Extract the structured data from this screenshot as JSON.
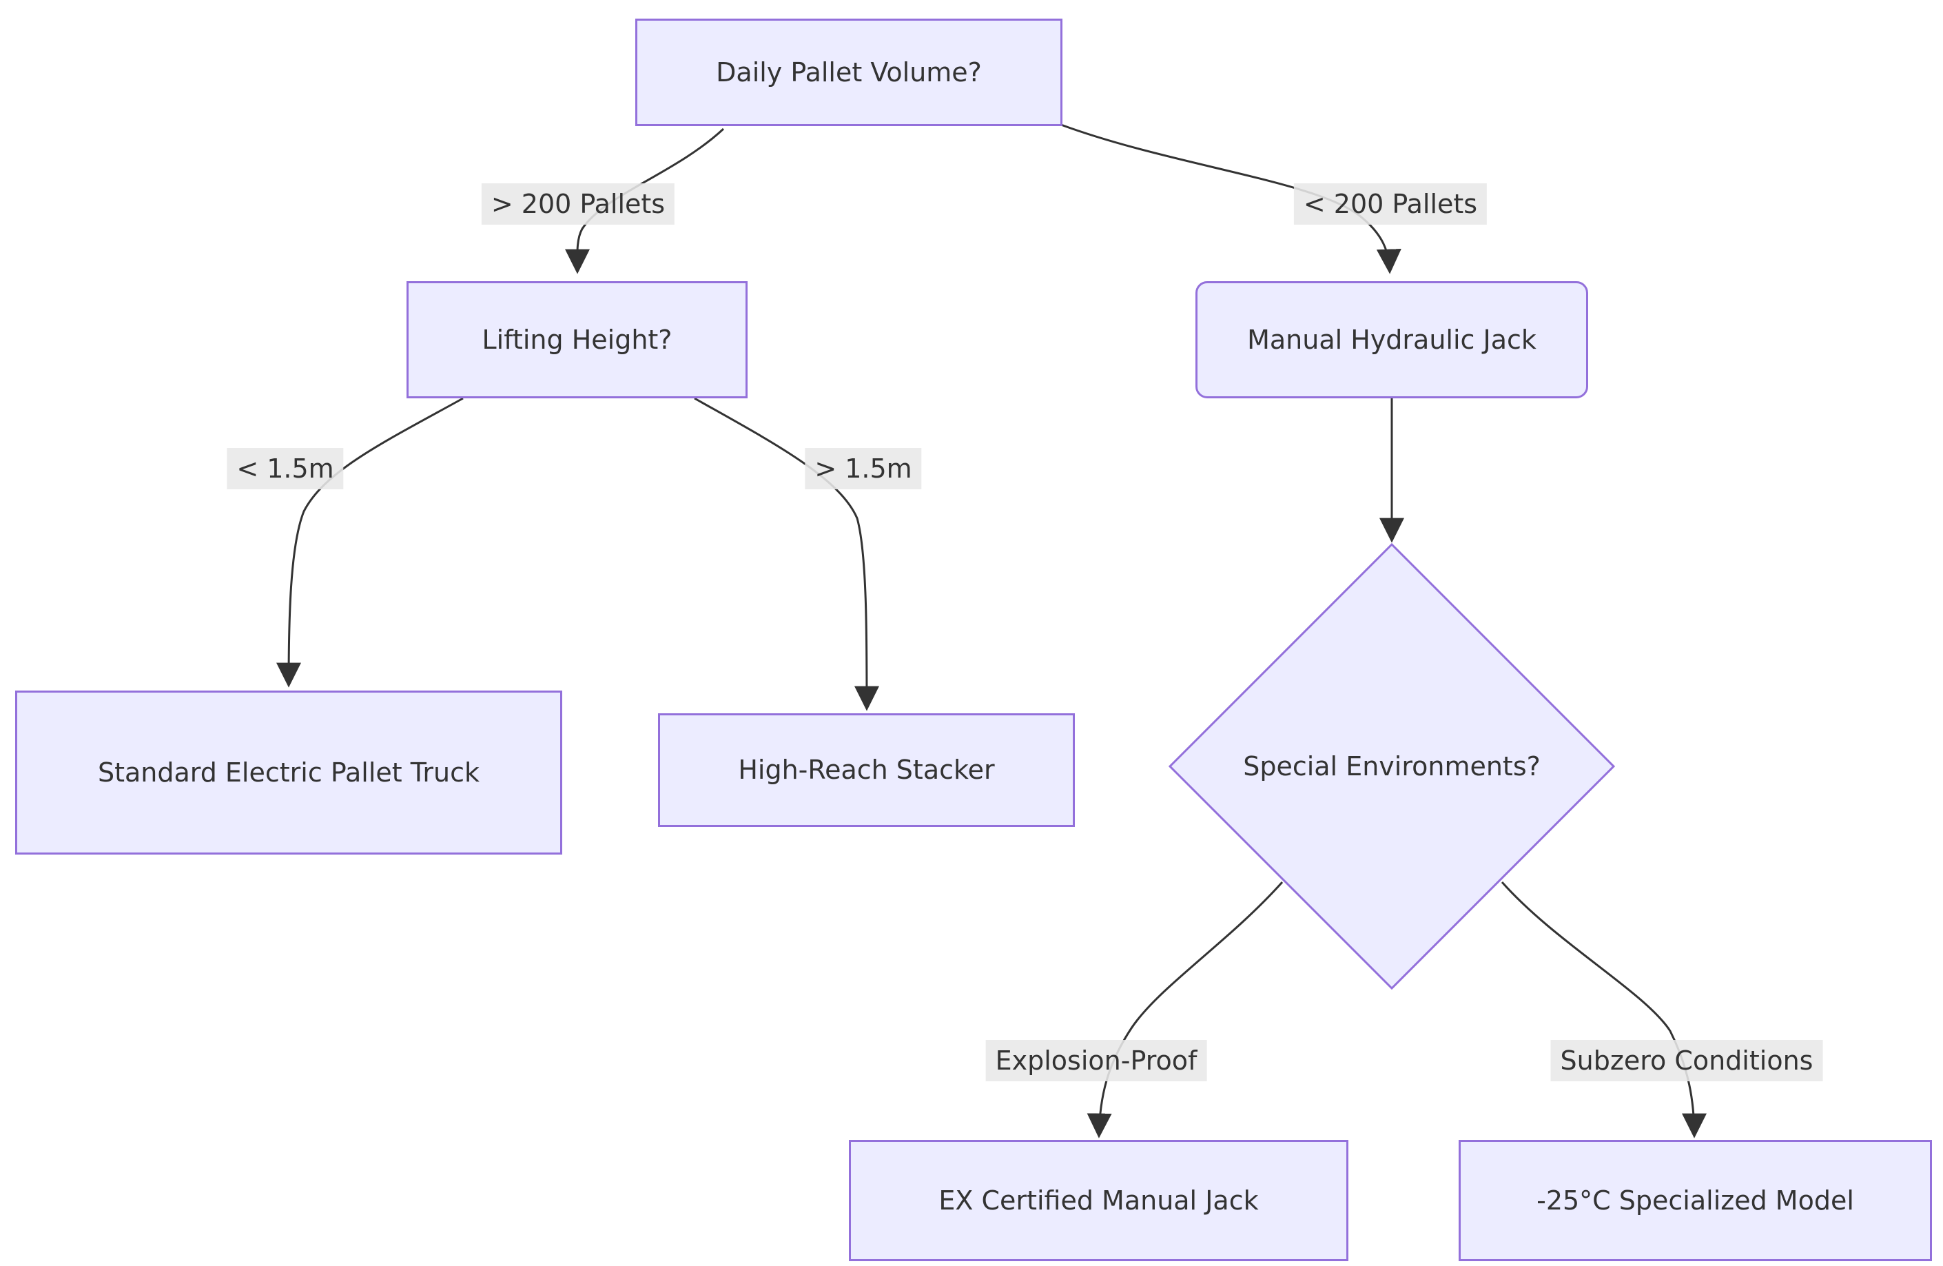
{
  "nodes": {
    "daily_pallet_volume": {
      "label": "Daily Pallet Volume?"
    },
    "lifting_height": {
      "label": "Lifting Height?"
    },
    "standard_electric_pallet_truck": {
      "label": "Standard Electric Pallet Truck"
    },
    "high_reach_stacker": {
      "label": "High-Reach Stacker"
    },
    "manual_hydraulic_jack": {
      "label": "Manual Hydraulic Jack"
    },
    "special_environments": {
      "label": "Special Environments?"
    },
    "ex_certified_manual_jack": {
      "label": "EX Certified Manual Jack"
    },
    "subzero_specialized_model": {
      "label": "-25°C Specialized Model"
    }
  },
  "edge_labels": {
    "gt_200_pallets": {
      "label": "> 200 Pallets"
    },
    "lt_200_pallets": {
      "label": "< 200 Pallets"
    },
    "lt_1_5m": {
      "label": "< 1.5m"
    },
    "gt_1_5m": {
      "label": "> 1.5m"
    },
    "explosion_proof": {
      "label": "Explosion-Proof"
    },
    "subzero_conditions": {
      "label": "Subzero Conditions"
    }
  },
  "colors": {
    "node_fill": "#ECECFF",
    "node_border": "#9370DB",
    "edge_line": "#333333",
    "edge_label_bg": "#E8E8E8",
    "text": "#333333"
  }
}
